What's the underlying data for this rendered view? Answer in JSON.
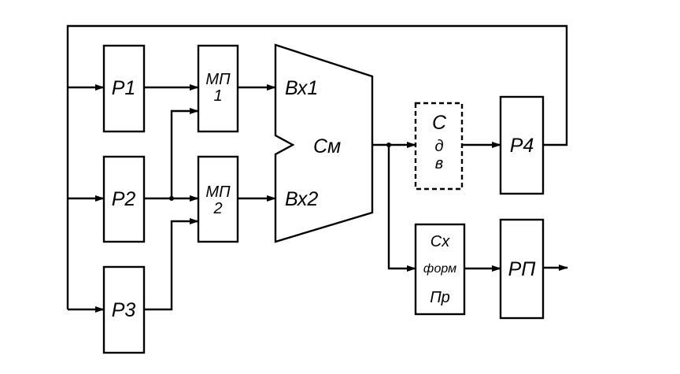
{
  "blocks": {
    "p1": "P1",
    "p2": "P2",
    "p3": "P3",
    "mp1": [
      "МП",
      "1"
    ],
    "mp2": [
      "МП",
      "2"
    ],
    "adder": {
      "in1": "Вх1",
      "in2": "Вх2",
      "name": "См"
    },
    "sdv": [
      "С",
      "д",
      "в"
    ],
    "p4": "P4",
    "sxformpr": [
      "Сх",
      "форм",
      "Пр"
    ],
    "rp": "РП"
  },
  "colors": {
    "line": "#000000",
    "background": "#ffffff"
  }
}
